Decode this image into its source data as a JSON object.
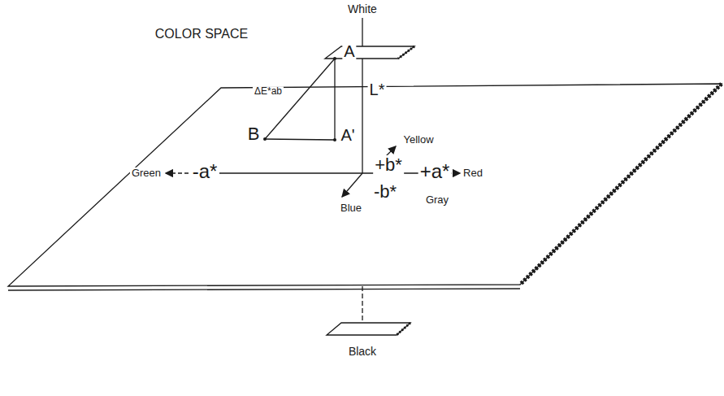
{
  "diagram": {
    "labels": [
      "White",
      "COLOR SPACE",
      "A",
      "ΔE*ab",
      "L*",
      "Yellow",
      "B",
      "A'",
      "+b*",
      "Green",
      "-a*",
      "+a*",
      "Red",
      "Blue",
      "-b*",
      "Gray",
      "Black"
    ]
  }
}
